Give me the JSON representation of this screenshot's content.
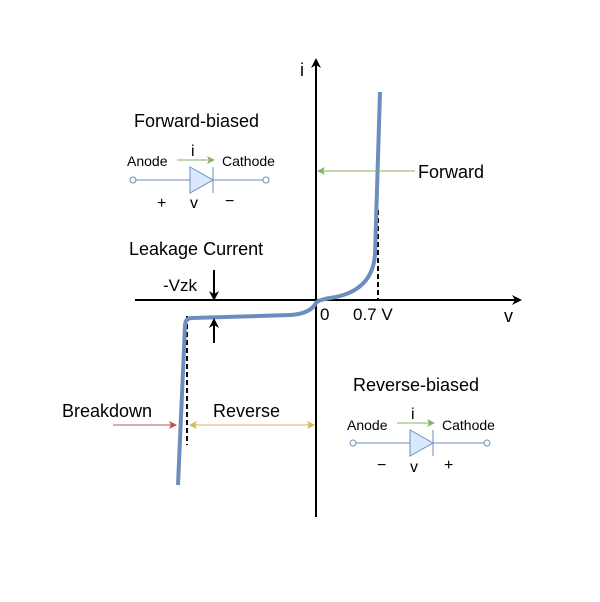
{
  "axes": {
    "y_label": "i",
    "x_label": "v",
    "origin": "0",
    "knee": "0.7 V",
    "zener": "-Vzk"
  },
  "labels": {
    "forward": "Forward",
    "reverse": "Reverse",
    "breakdown": "Breakdown",
    "leakage": "Leakage Current"
  },
  "forward_diode": {
    "title": "Forward-biased",
    "anode": "Anode",
    "cathode": "Cathode",
    "current": "i",
    "voltage": "v",
    "plus": "+",
    "minus": "−"
  },
  "reverse_diode": {
    "title": "Reverse-biased",
    "anode": "Anode",
    "cathode": "Cathode",
    "current": "i",
    "voltage": "v",
    "plus": "+",
    "minus": "−"
  },
  "colors": {
    "curve": "#6c8ebf",
    "forward_arrow": "#82b366",
    "reverse_arrow": "#d6b656",
    "breakdown_arrow": "#b85450",
    "diode_fill": "#dae8fc",
    "diode_stroke": "#6c8ebf"
  }
}
